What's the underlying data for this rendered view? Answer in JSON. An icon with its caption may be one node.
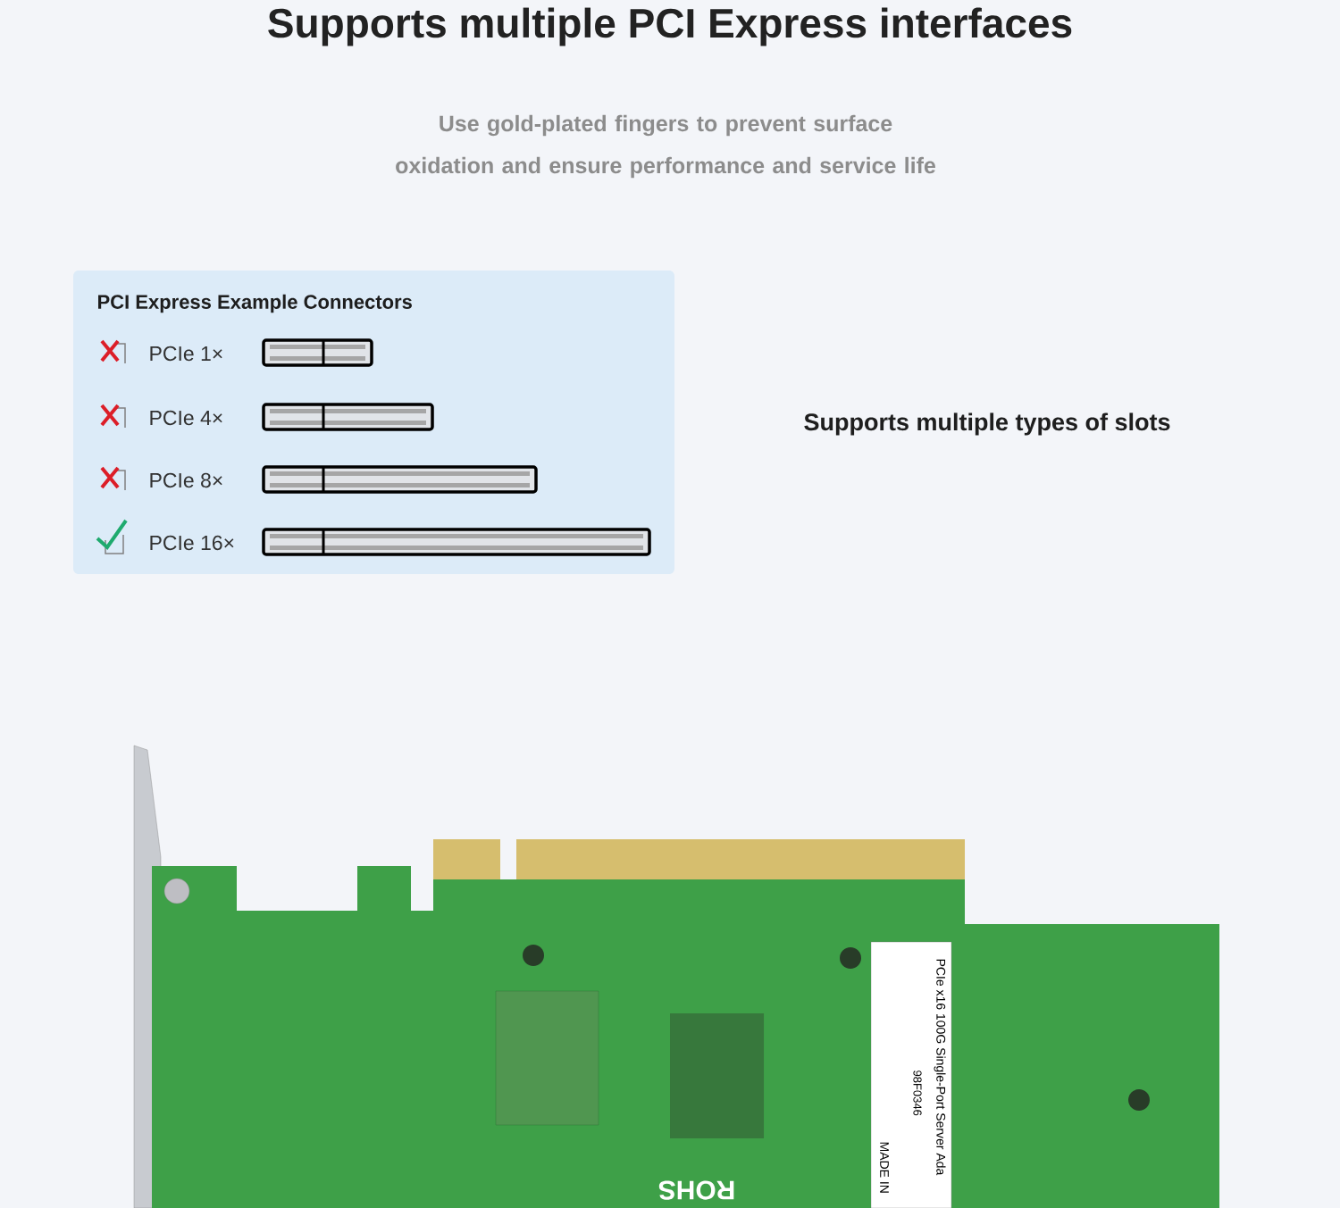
{
  "diagram": {
    "title": "Supports multiple PCI Express interfaces",
    "nodes": [
      {
        "text": [
          "PCI Express Example Connectors"
        ]
      }
    ],
    "labels": [
      "Use gold-plated fingers to prevent surface oxidation and ensure performance and service life",
      "PCIe 1×",
      "PCIe 4×",
      "PCIe 8×",
      "PCIe 16×",
      "Supports multiple types of slots",
      "PCIe x16 100G Single-Port Server Ada",
      "98F0346",
      "MADE IN",
      "ROHS"
    ]
  }
}
